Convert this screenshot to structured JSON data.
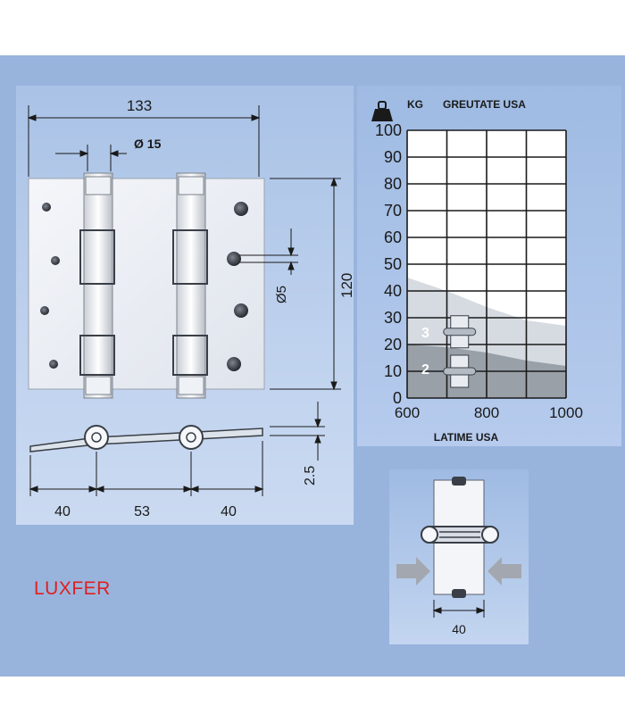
{
  "brand": {
    "name": "LUXFER",
    "color": "#e01f1f"
  },
  "drawing": {
    "width": "133",
    "pin_diameter": "Ø 15",
    "height": "120",
    "hole_diameter": "Ø5",
    "thickness": "2.5",
    "segments": [
      "40",
      "53",
      "40"
    ]
  },
  "inset": {
    "icon": "hinge-compression-arrows-icon",
    "dimension": "40"
  },
  "chart_data": {
    "type": "area",
    "title": "GREUTATE USA",
    "unit": "KG",
    "xlabel": "LATIME USA",
    "ylabel": "",
    "xlim": [
      600,
      1000
    ],
    "ylim": [
      0,
      100
    ],
    "x_ticks": [
      600,
      800,
      1000
    ],
    "y_ticks": [
      0,
      10,
      20,
      30,
      40,
      50,
      60,
      70,
      80,
      90,
      100
    ],
    "grid": true,
    "series": [
      {
        "name": "2",
        "x": [
          600,
          700,
          800,
          900,
          1000
        ],
        "y": [
          20,
          19,
          17,
          14,
          12
        ]
      },
      {
        "name": "3",
        "x": [
          600,
          700,
          800,
          900,
          1000
        ],
        "y": [
          45,
          40,
          34,
          29,
          27
        ]
      }
    ]
  }
}
